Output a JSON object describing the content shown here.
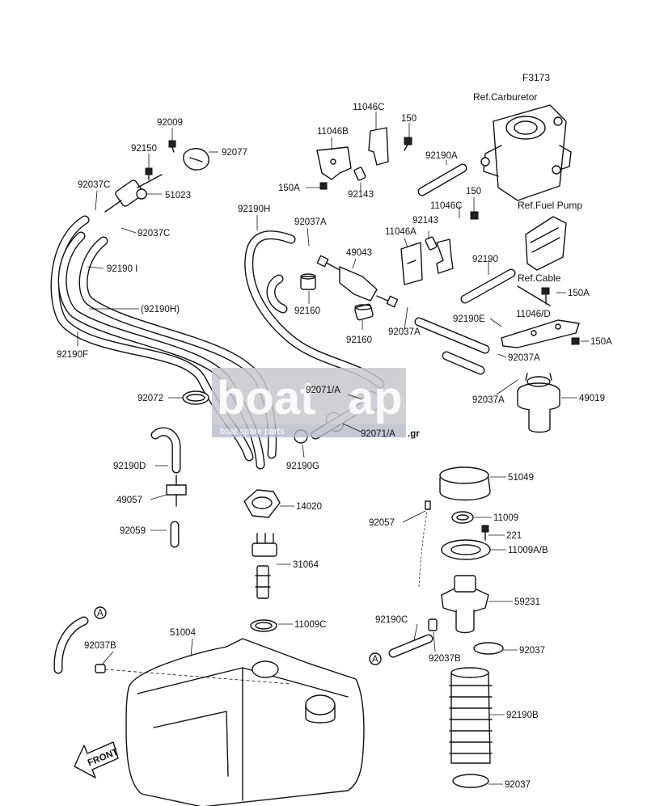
{
  "figure_code": "F3173",
  "refs": {
    "carburetor": "Ref.Carburetor",
    "fuel_pump": "Ref.Fuel Pump",
    "cable": "Ref.Cable"
  },
  "watermark": {
    "main_a": "boat",
    "main_b": "ap",
    "suffix": ".gr",
    "sub": "boat spare parts"
  },
  "circle_marker": "A",
  "front_label": "FRONT",
  "parts": {
    "p92009": "92009",
    "p92077": "92077",
    "p92150": "92150",
    "p92037C_a": "92037C",
    "p51023": "51023",
    "p92037C_b": "92037C",
    "p11046C": "11046C",
    "p150_a": "150",
    "p11046B": "11046B",
    "p150A_a": "150A",
    "p92143_a": "92143",
    "p92190A": "92190A",
    "p92190H": "92190H",
    "p92037A_a": "92037A",
    "p11046C_b": "11046C",
    "p150_b": "150",
    "p92143_b": "92143",
    "p11046A": "11046A",
    "p49043": "49043",
    "p92190I": "92190 I",
    "p92190H_paren": "(92190H)",
    "p92190F": "92190F",
    "p92160_a": "92160",
    "p92160_b": "92160",
    "p92190": "92190",
    "p150A_b": "150A",
    "p92037A_b": "92037A",
    "p92190E": "92190E",
    "p11046D": "11046/D",
    "p150A_c": "150A",
    "p92037A_c": "92037A",
    "p92037A_d": "92037A",
    "p49019": "49019",
    "p92072": "92072",
    "p92071A_a": "92071/A",
    "p92071A_b": "92071/A",
    "p92190D": "92190D",
    "p92190G": "92190G",
    "p49057": "49057",
    "p14020": "14020",
    "p92059": "92059",
    "p31064": "31064",
    "p51049": "51049",
    "p92057": "92057",
    "p11009": "11009",
    "p221": "221",
    "p11009AB": "11009A/B",
    "p59231": "59231",
    "p11009C": "11009C",
    "p92190C": "92190C",
    "p92037": "92037",
    "p92037B": "92037B",
    "p51004": "51004",
    "p92037B_b": "92037B",
    "p92190B": "92190B",
    "p92037_b": "92037"
  }
}
